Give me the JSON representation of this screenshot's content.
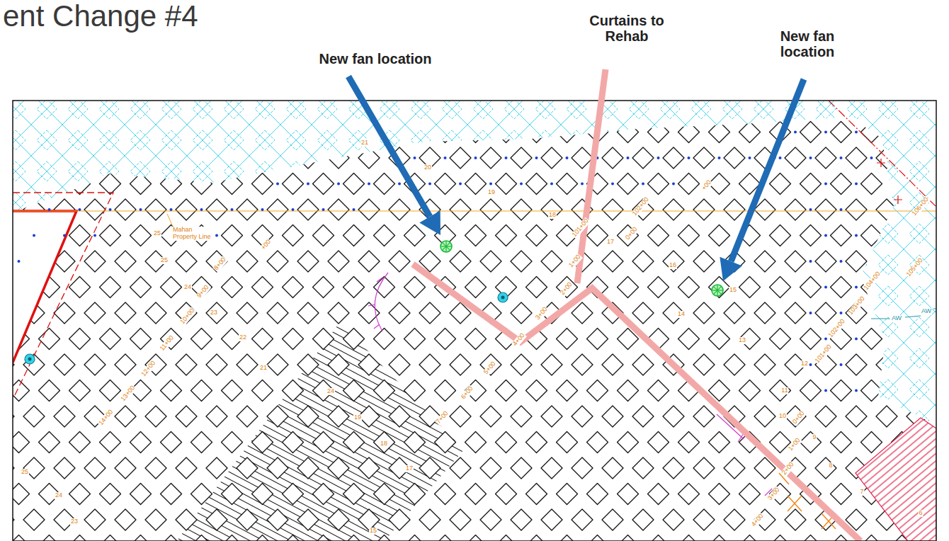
{
  "diagram": {
    "title": "ent Change #4",
    "labels": [
      "New fan location",
      "Curtains to Rehab",
      "New fan location",
      "Mahan Property Line",
      "21",
      "20",
      "19",
      "18",
      "17",
      "16",
      "15",
      "14",
      "13",
      "12",
      "11",
      "10",
      "9",
      "8",
      "7",
      "6",
      "25",
      "25",
      "24",
      "23",
      "22",
      "21",
      "24",
      "19",
      "18",
      "17",
      "25",
      "24",
      "23",
      "15",
      "+00",
      "8+00",
      "9+00",
      "10+00",
      "11+00",
      "12+00",
      "13+00",
      "14+00",
      "101+00",
      "0+00",
      "102+00",
      "+00",
      "1+00",
      "2+00",
      "3+00",
      "4+00",
      "5+00",
      "6+00",
      "7+00",
      "106+00",
      "105+00",
      "104+00",
      "103+00",
      "102+00",
      "101+00",
      "0+00",
      "1+00",
      "2+00",
      "3+00",
      "4+00",
      "AW",
      "AW"
    ]
  }
}
